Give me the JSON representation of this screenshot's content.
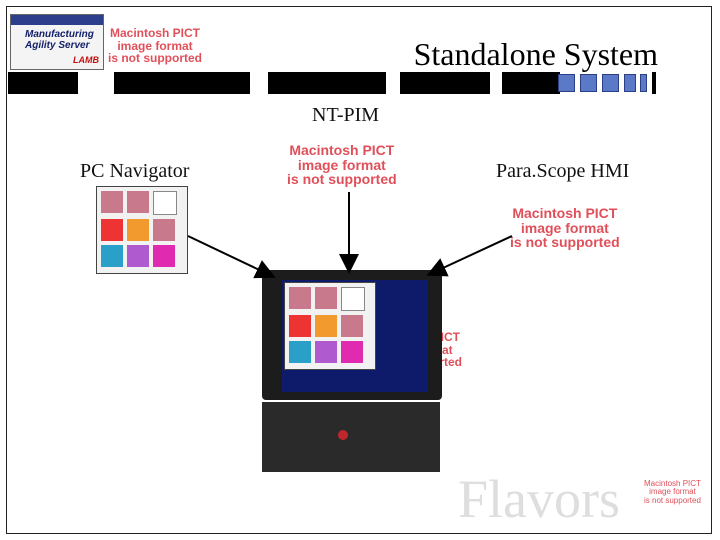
{
  "title": "Standalone System",
  "labels": {
    "center": "NT-PIM",
    "left": "PC Navigator",
    "right": "Para.Scope HMI",
    "watermark": "Flavors"
  },
  "logo": {
    "line1": "Manufacturing",
    "line2": "Agility Server",
    "badge": "LAMB"
  },
  "pict_placeholder": "Macintosh PICT\nimage format\nis not supported",
  "colors": {
    "band_black": "#000000",
    "band_blue": "#5a79c6",
    "screen": "#0e1a6a",
    "pict_text": "#e0505a"
  }
}
